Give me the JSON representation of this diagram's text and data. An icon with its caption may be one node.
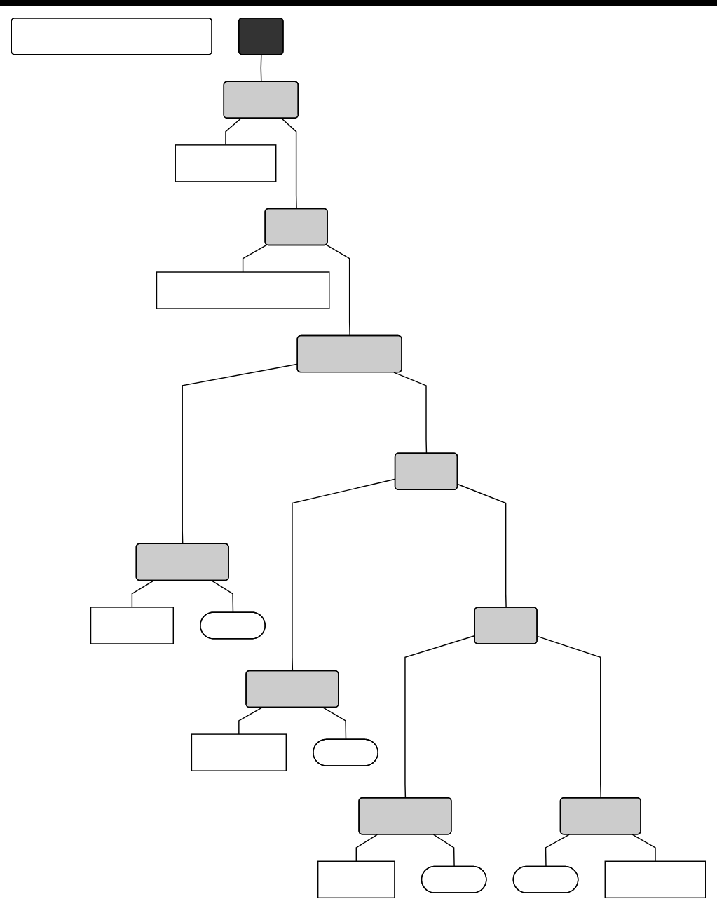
{
  "diagram": {
    "nodes": [
      {
        "text": [],
        "shape": "box"
      },
      {
        "text": [],
        "shape": "box"
      },
      {
        "text": [],
        "shape": "box"
      },
      {
        "text": [],
        "shape": "box"
      },
      {
        "text": [],
        "shape": "box"
      },
      {
        "text": [],
        "shape": "box"
      },
      {
        "text": [],
        "shape": "box"
      },
      {
        "text": [],
        "shape": "box"
      },
      {
        "text": [],
        "shape": "box"
      },
      {
        "text": [],
        "shape": "ellipse"
      },
      {
        "text": [],
        "shape": "box"
      },
      {
        "text": [],
        "shape": "box"
      },
      {
        "text": [],
        "shape": "box"
      },
      {
        "text": [],
        "shape": "ellipse"
      },
      {
        "text": [],
        "shape": "box"
      },
      {
        "text": [],
        "shape": "box"
      },
      {
        "text": [],
        "shape": "box"
      },
      {
        "text": [],
        "shape": "ellipse"
      },
      {
        "text": [],
        "shape": "box"
      },
      {
        "text": [],
        "shape": "ellipse"
      },
      {
        "text": [],
        "shape": "box"
      }
    ],
    "edges": [
      {
        "from": 1,
        "to": 2,
        "arrow": "none"
      },
      {
        "from": 2,
        "to": 3,
        "arrow": "none"
      },
      {
        "from": 2,
        "to": 4,
        "arrow": "none"
      },
      {
        "from": 4,
        "to": 5,
        "arrow": "none"
      },
      {
        "from": 4,
        "to": 6,
        "arrow": "none"
      },
      {
        "from": 6,
        "to": 7,
        "arrow": "none"
      },
      {
        "from": 7,
        "to": 8,
        "arrow": "none"
      },
      {
        "from": 7,
        "to": 9,
        "arrow": "none"
      },
      {
        "from": 6,
        "to": 10,
        "arrow": "none"
      },
      {
        "from": 10,
        "to": 11,
        "arrow": "none"
      },
      {
        "from": 11,
        "to": 12,
        "arrow": "none"
      },
      {
        "from": 11,
        "to": 13,
        "arrow": "none"
      },
      {
        "from": 10,
        "to": 14,
        "arrow": "none"
      },
      {
        "from": 14,
        "to": 15,
        "arrow": "none"
      },
      {
        "from": 15,
        "to": 16,
        "arrow": "none"
      },
      {
        "from": 15,
        "to": 17,
        "arrow": "none"
      },
      {
        "from": 14,
        "to": 18,
        "arrow": "none"
      },
      {
        "from": 18,
        "to": 19,
        "arrow": "none"
      },
      {
        "from": 18,
        "to": 20,
        "arrow": "none"
      }
    ]
  }
}
